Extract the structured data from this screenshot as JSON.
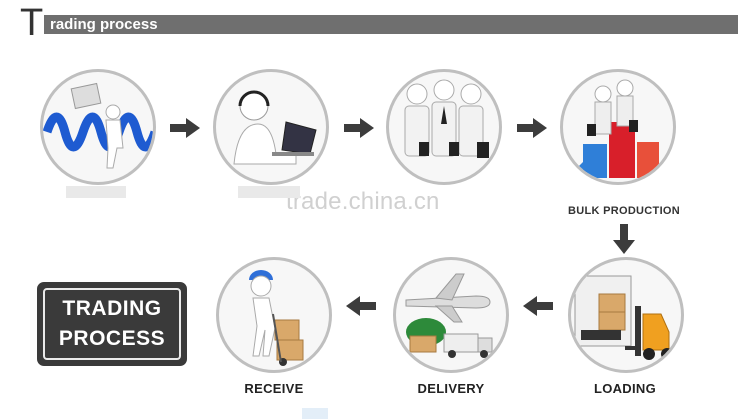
{
  "header": {
    "initial": "T",
    "title": "rading process"
  },
  "watermark": "trade.china.cn",
  "steps": {
    "s1": {
      "caption": ""
    },
    "s2": {
      "caption": ""
    },
    "s3": {
      "caption": ""
    },
    "s4": {
      "caption": "BULK PRODUCTION"
    },
    "s5": {
      "caption": "LOADING"
    },
    "s6": {
      "caption": "DELIVERY"
    },
    "s7": {
      "caption": "RECEIVE"
    }
  },
  "process_box": {
    "line1": "TRADING",
    "line2": "PROCESS"
  },
  "icons": [
    "www-icon",
    "customer-service-icon",
    "handshake-icon",
    "bar-chart-icon",
    "forklift-icon",
    "airplane-truck-icon",
    "delivery-man-icon",
    "arrow-right-icon",
    "arrow-left-icon",
    "arrow-down-icon"
  ],
  "colors": {
    "header_bar": "#6f6f6f",
    "arrow": "#3c3c3c",
    "circle_border": "#bfbfbf",
    "box": "#3a3a3a"
  }
}
